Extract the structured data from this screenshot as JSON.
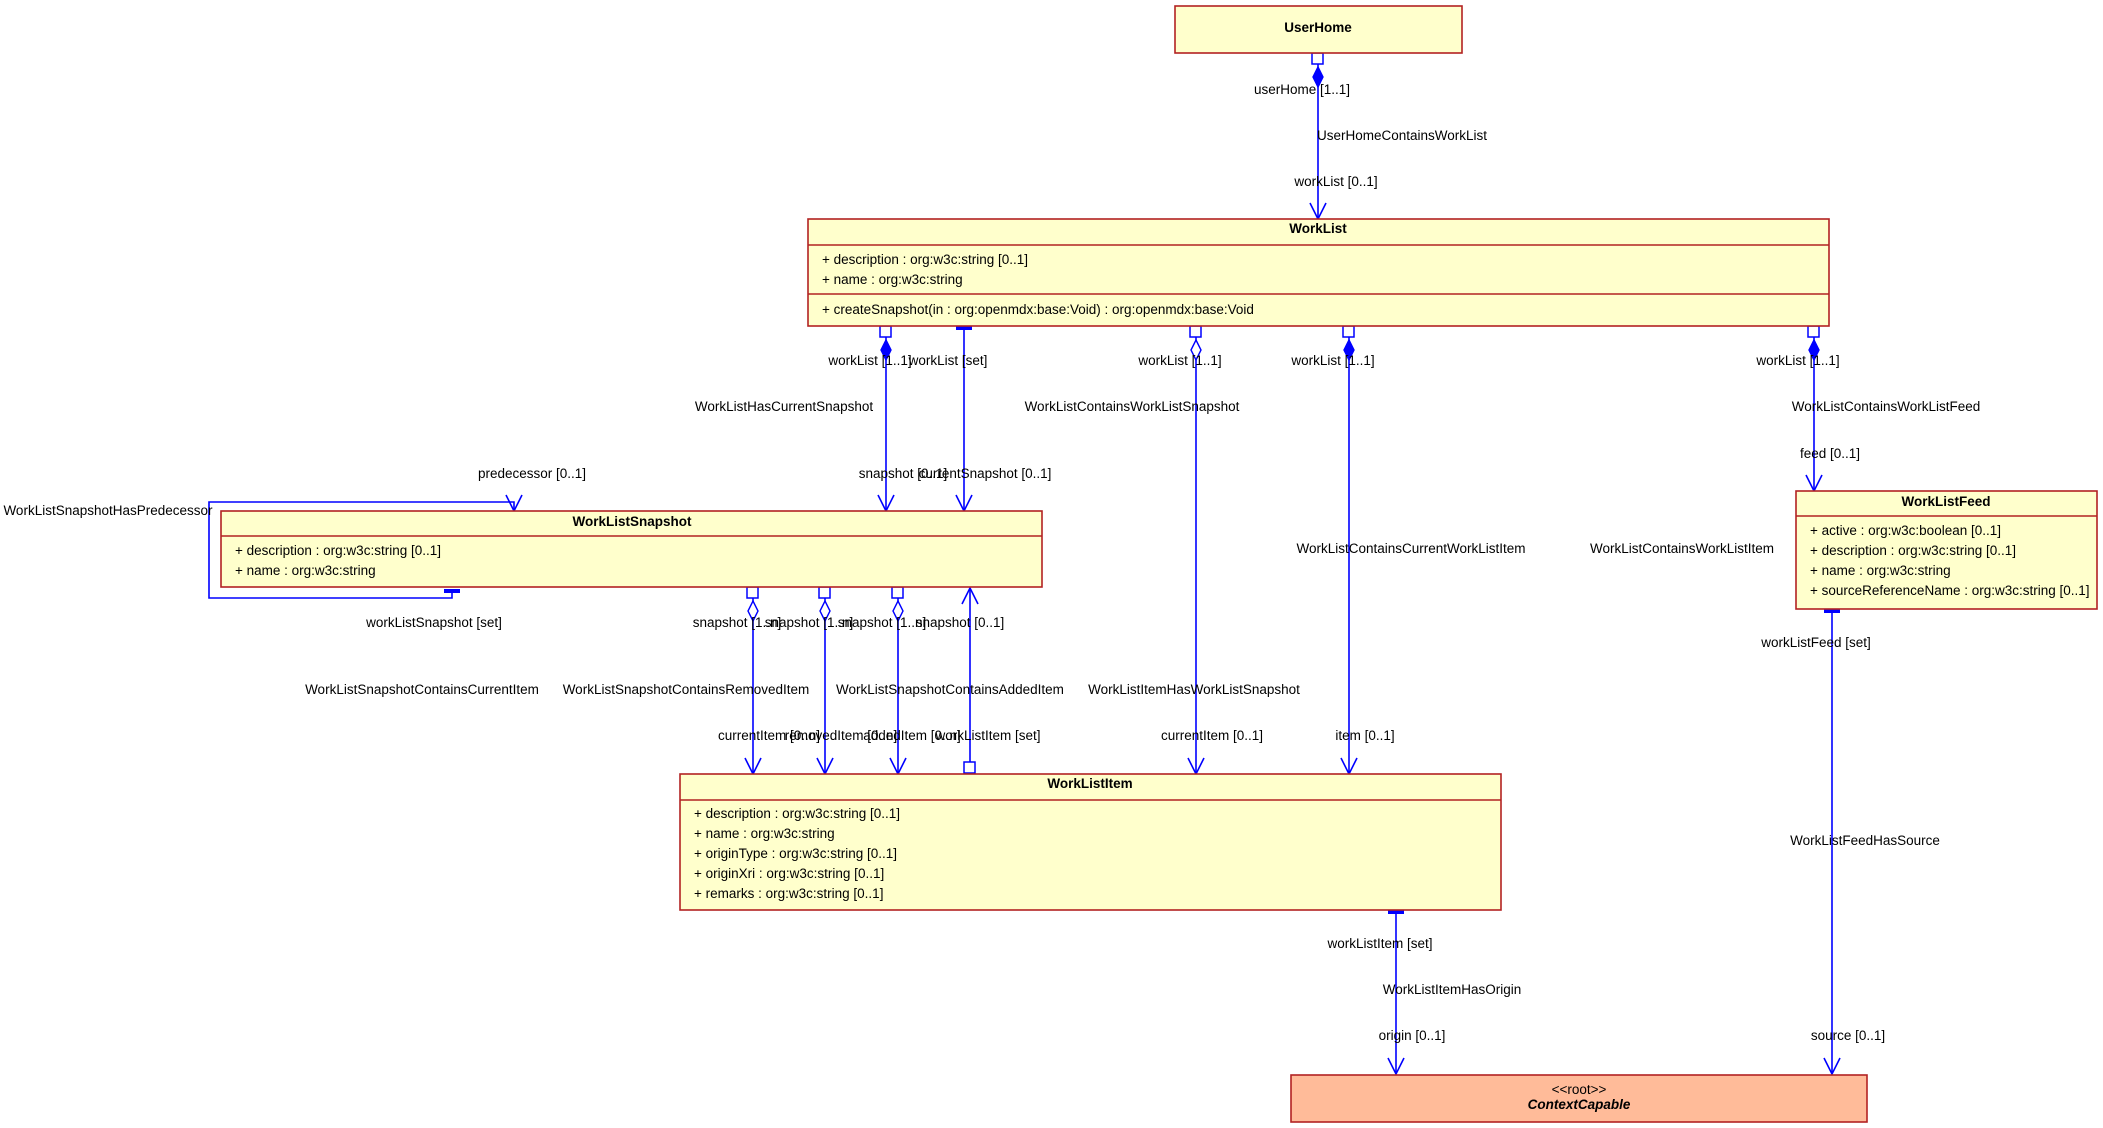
{
  "classes": {
    "userhome": {
      "name": "UserHome"
    },
    "worklist": {
      "name": "WorkList",
      "attributes": [
        "+ description : org:w3c:string [0..1]",
        "+ name : org:w3c:string"
      ],
      "operations": [
        "+ createSnapshot(in : org:openmdx:base:Void) : org:openmdx:base:Void"
      ]
    },
    "snapshot": {
      "name": "WorkListSnapshot",
      "attributes": [
        "+ description : org:w3c:string [0..1]",
        "+ name : org:w3c:string"
      ]
    },
    "feed": {
      "name": "WorkListFeed",
      "attributes": [
        "+ active : org:w3c:boolean [0..1]",
        "+ description : org:w3c:string [0..1]",
        "+ name : org:w3c:string",
        "+ sourceReferenceName : org:w3c:string [0..1]"
      ]
    },
    "item": {
      "name": "WorkListItem",
      "attributes": [
        "+ description : org:w3c:string [0..1]",
        "+ name : org:w3c:string",
        "+ originType : org:w3c:string [0..1]",
        "+ originXri : org:w3c:string [0..1]",
        "+ remarks : org:w3c:string [0..1]"
      ]
    },
    "context": {
      "stereotype": "<<root>>",
      "name": "ContextCapable"
    }
  },
  "labels": {
    "uh_role": "userHome [1..1]",
    "uh_assoc": "UserHomeContainsWorkList",
    "uh_target": "workList [0..1]",
    "cs_role": "workList [1..1]",
    "cs_role2": "workList [set]",
    "cs_assoc": "WorkListHasCurrentSnapshot",
    "cs_target": "snapshot [0..1]",
    "cs_target2": "currentSnapshot [0..1]",
    "ws_role": "workList [1..1]",
    "ws_assoc": "WorkListContainsWorkListSnapshot",
    "ci_role": "workList [1..1]",
    "ci_assoc": "WorkListContainsCurrentWorkListItem",
    "wi_assoc": "WorkListContainsWorkListItem",
    "wf_role": "workList [1..1]",
    "wf_assoc": "WorkListContainsWorkListFeed",
    "wf_target": "feed [0..1]",
    "pred_target": "predecessor [0..1]",
    "pred_assoc": "WorkListSnapshotHasPredecessor",
    "pred_role": "workListSnapshot [set]",
    "sc_role": "snapshot [1..n]",
    "sc_assoc": "WorkListSnapshotContainsCurrentItem",
    "sc_target": "currentItem [0..n]",
    "sr_role": "snapshot [1..n]",
    "sr_assoc": "WorkListSnapshotContainsRemovedItem",
    "sr_target": "removedItem [0..n]",
    "sa_role": "snapshot [1..n]",
    "sa_assoc": "WorkListSnapshotContainsAddedItem",
    "sa_target": "addedItem [0..n]",
    "is_role": "snapshot [0..1]",
    "is_assoc": "WorkListItemHasWorkListSnapshot",
    "is_target": "workListItem [set]",
    "ws_target": "currentItem [0..1]",
    "ci_target": "item [0..1]",
    "fs_role": "workListFeed [set]",
    "fs_assoc": "WorkListFeedHasSource",
    "fs_target": "source [0..1]",
    "io_role": "workListItem [set]",
    "io_assoc": "WorkListItemHasOrigin",
    "io_target": "origin [0..1]"
  },
  "colors": {
    "class_fill": "#ffffcc",
    "class_border": "#b22222",
    "root_fill": "#ffbb99",
    "association": "#0000ff"
  }
}
